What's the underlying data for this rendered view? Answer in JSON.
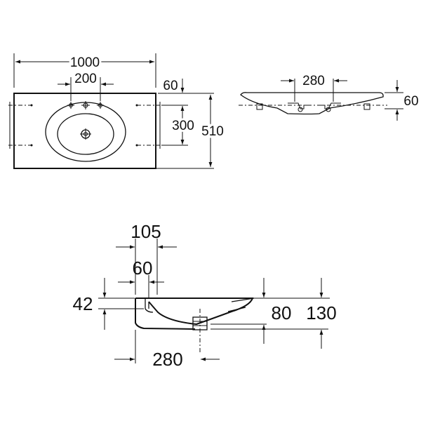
{
  "top_view": {
    "width": "1000",
    "tap_spacing": "200",
    "edge_offset": "60",
    "bowl_depth": "300",
    "depth": "510"
  },
  "side_view": {
    "tap_spacing": "280",
    "height": "60"
  },
  "section_view": {
    "overhang": "105",
    "wall": "60",
    "rim": "42",
    "bowl_depth": "80",
    "total_height": "130",
    "drain_offset": "280"
  }
}
